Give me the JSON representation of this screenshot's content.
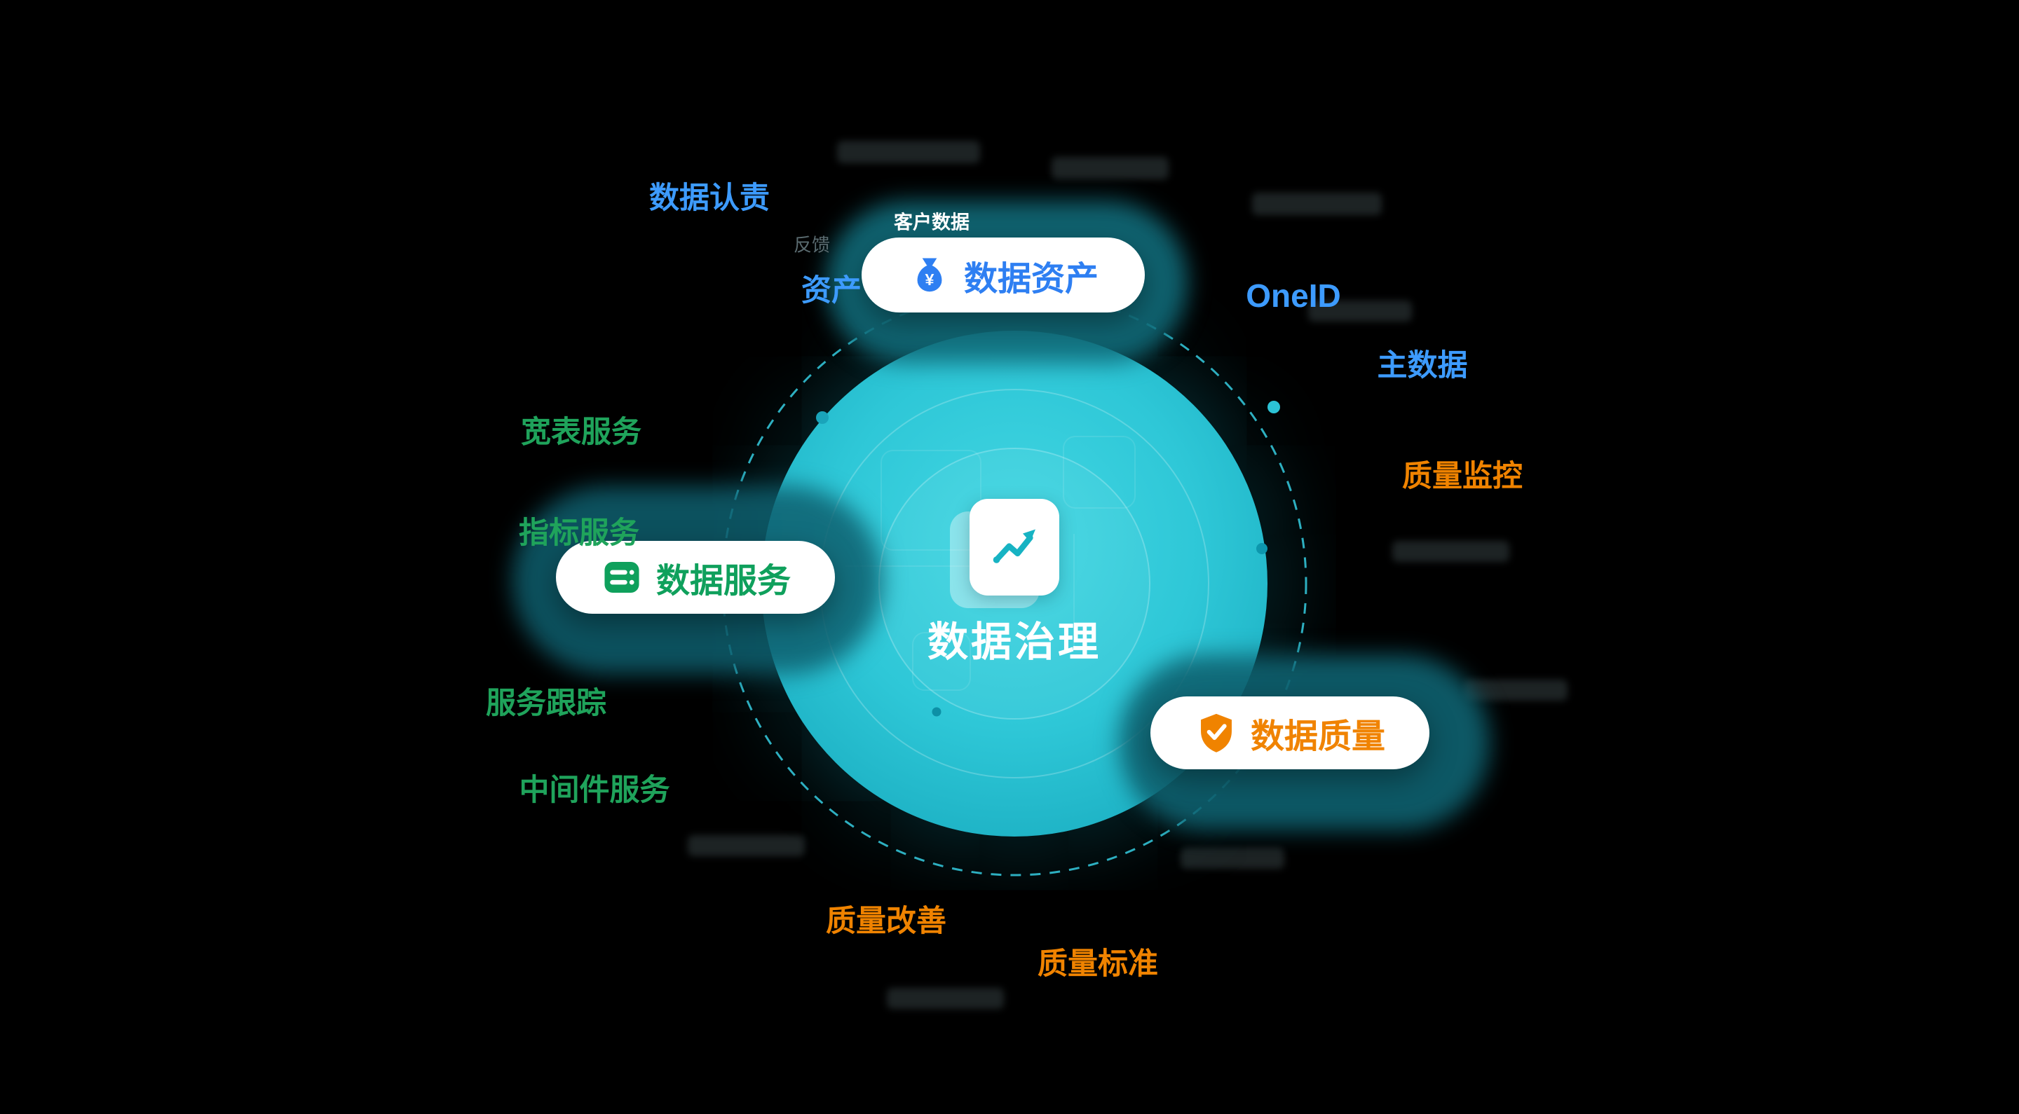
{
  "center": {
    "title": "数据治理",
    "icon": "document-trend-icon",
    "circle_color": "#2BC4D5"
  },
  "pills": {
    "asset": {
      "label": "数据资产",
      "text_color": "#2E7FF2",
      "icon": "money-bag-icon",
      "currency_symbol": "¥"
    },
    "service": {
      "label": "数据服务",
      "text_color": "#0FA05C",
      "icon": "server-stack-icon"
    },
    "quality": {
      "label": "数据质量",
      "text_color": "#F08300",
      "icon": "shield-check-icon"
    }
  },
  "labels": [
    {
      "id": "data-accountability",
      "text": "数据认责",
      "color": "#3D9BFF"
    },
    {
      "id": "customer-data",
      "text": "客户数据",
      "color": "#FFFFFF"
    },
    {
      "id": "feedback",
      "text": "反馈",
      "color": "#5A6B70"
    },
    {
      "id": "asset",
      "text": "资产",
      "color": "#3D9BFF"
    },
    {
      "id": "oneid",
      "text": "OneID",
      "color": "#3D9BFF"
    },
    {
      "id": "master-data",
      "text": "主数据",
      "color": "#3D9BFF"
    },
    {
      "id": "quality-monitoring",
      "text": "质量监控",
      "color": "#F08300"
    },
    {
      "id": "wide-table-service",
      "text": "宽表服务",
      "color": "#1FA35B"
    },
    {
      "id": "metric-service",
      "text": "指标服务",
      "color": "#1FA35B"
    },
    {
      "id": "service-tracking",
      "text": "服务跟踪",
      "color": "#1FA35B"
    },
    {
      "id": "middleware-service",
      "text": "中间件服务",
      "color": "#1FA35B"
    },
    {
      "id": "quality-improvement",
      "text": "质量改善",
      "color": "#F08300"
    },
    {
      "id": "quality-standard",
      "text": "质量标准",
      "color": "#F08300"
    }
  ],
  "colors": {
    "background": "#000000",
    "center_circle": "#2BC4D5",
    "orbit": "#35C5D8",
    "glow_blob": "#0E6271",
    "blue_label": "#3D9BFF",
    "green_label": "#1FA35B",
    "orange_label": "#F08300"
  }
}
